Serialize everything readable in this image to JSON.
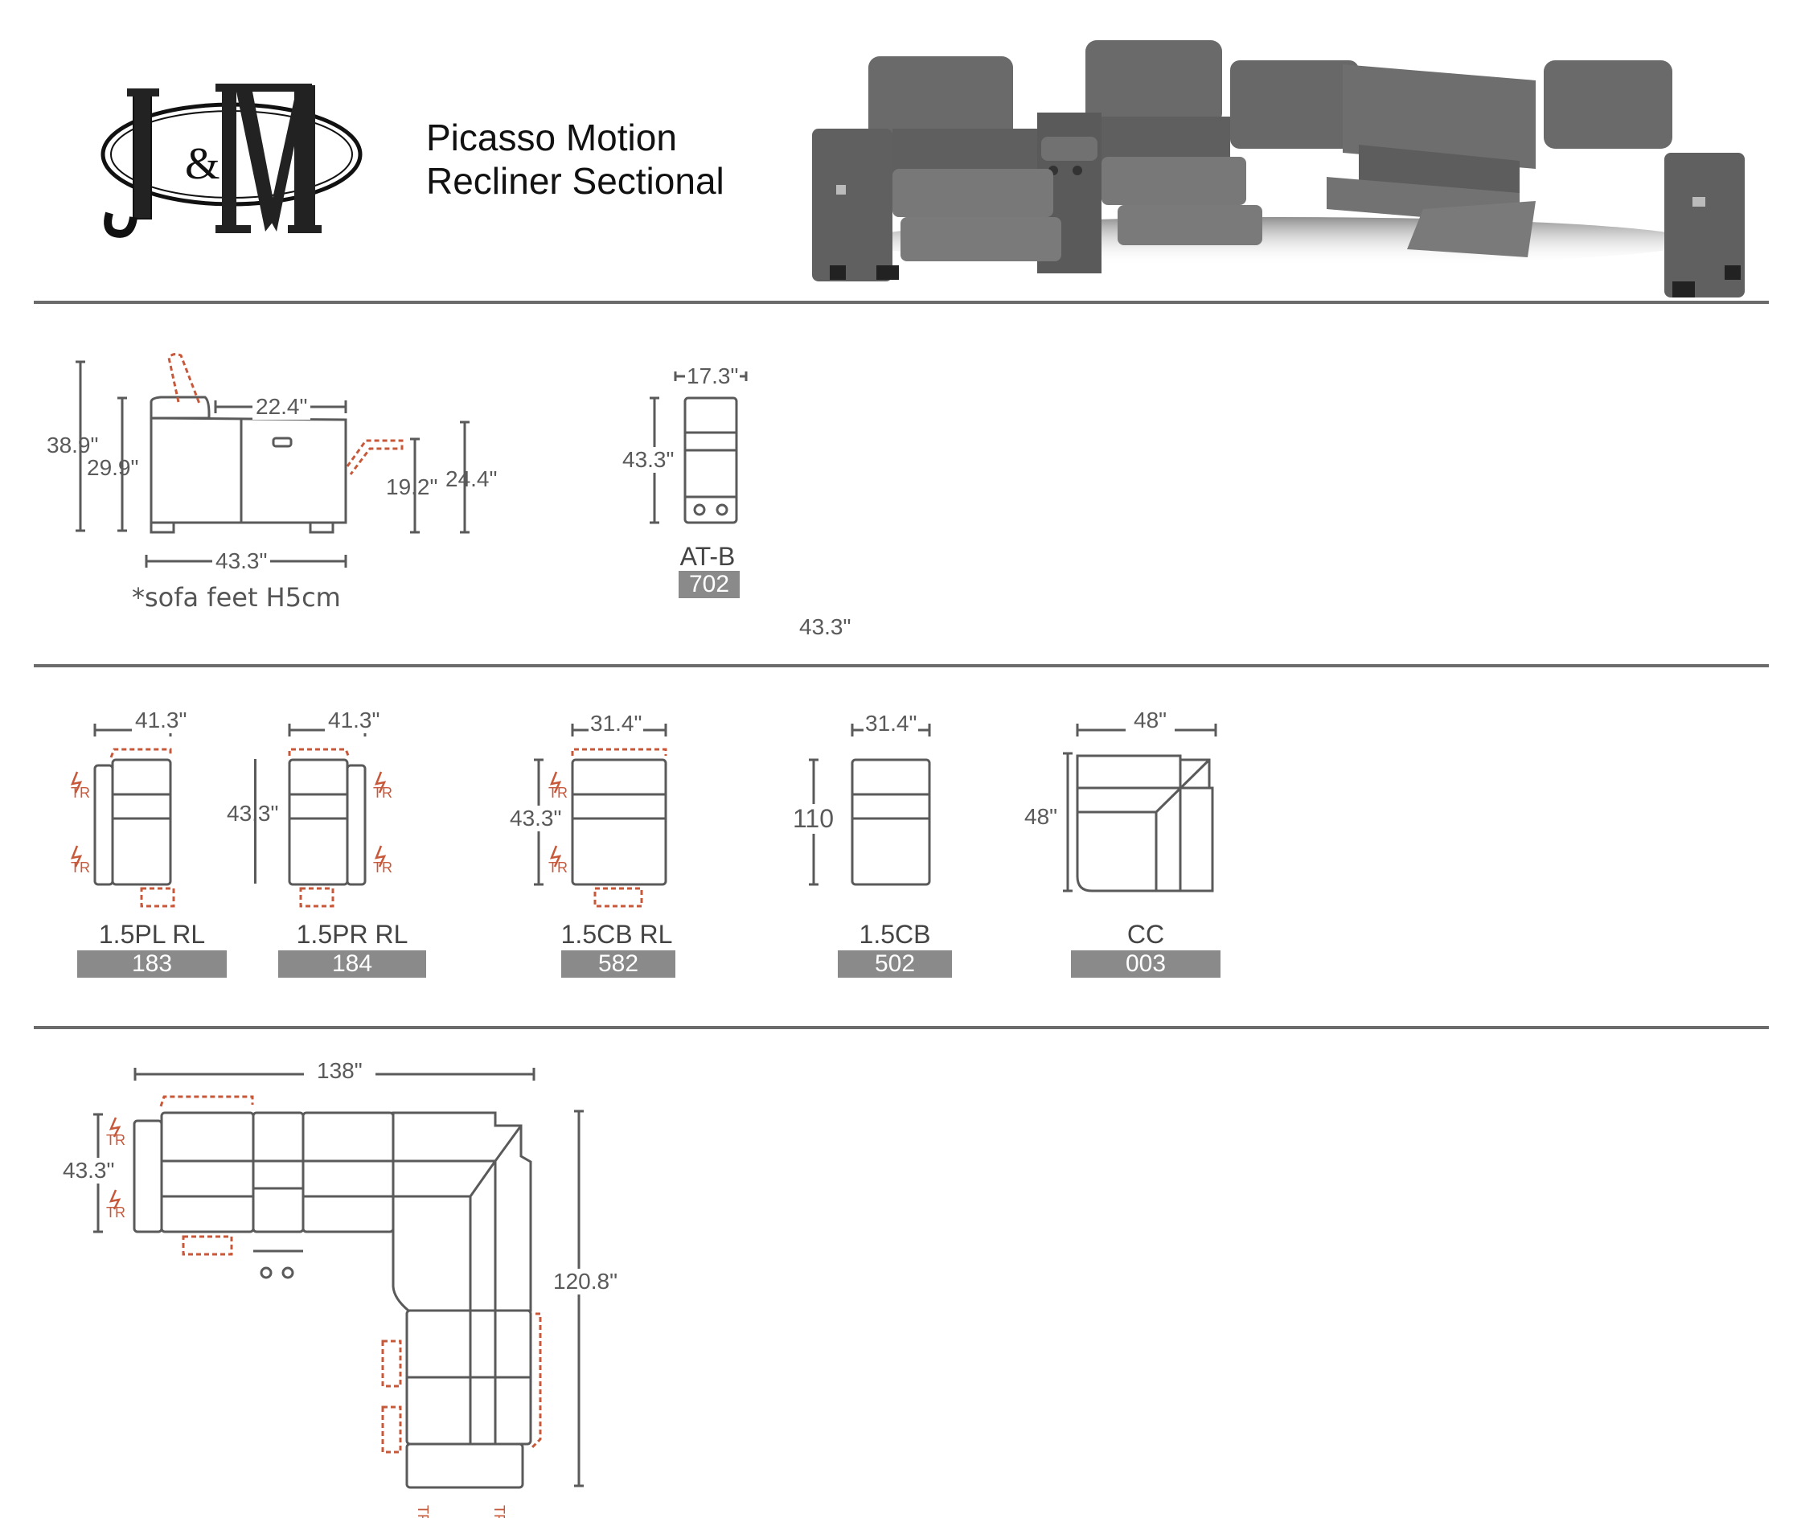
{
  "header": {
    "logo": {
      "text": "J&M",
      "icon": "jm-oval-logo"
    },
    "title_line1": "Picasso Motion",
    "title_line2": "Recliner Sectional",
    "photo": {
      "icon": "sectional-sofa-photo",
      "description": "Grey fabric motion recliner sectional with console, three reclined seats"
    }
  },
  "colors": {
    "line": "#5a5a5a",
    "divider": "#6b6b6b",
    "motion_dashed": "#c8583a",
    "badge_bg": "#8a8a8a",
    "badge_text": "#ffffff",
    "title_text": "#111111"
  },
  "side_view": {
    "overall_height": "38.9\"",
    "back_height": "29.9\"",
    "seat_depth": "22.4\"",
    "footrest_height": "19.2\"",
    "arm_height": "24.4\"",
    "depth": "43.3\"",
    "note": "*sofa feet H5cm"
  },
  "console": {
    "width": "17.3\"",
    "depth": "43.3\"",
    "code": "AT-B",
    "number": "702"
  },
  "stray_label": "43.3\"",
  "modules": [
    {
      "code": "1.5PL RL",
      "number": "183",
      "width": "41.3\"",
      "depth": "43.3\"",
      "power_label": "TR"
    },
    {
      "code": "1.5PR RL",
      "number": "184",
      "width": "41.3\"",
      "power_label": "TR"
    },
    {
      "code": "1.5CB RL",
      "number": "582",
      "width": "31.4\"",
      "depth": "43.3\"",
      "power_label": "TR"
    },
    {
      "code": "1.5CB",
      "number": "502",
      "width": "31.4\"",
      "depth": "110"
    },
    {
      "code": "CC",
      "number": "003",
      "width": "48\"",
      "depth": "48\""
    }
  ],
  "layout": {
    "overall_width": "138\"",
    "left_depth": "43.3\"",
    "overall_length": "120.8\"",
    "power_label": "TR"
  }
}
